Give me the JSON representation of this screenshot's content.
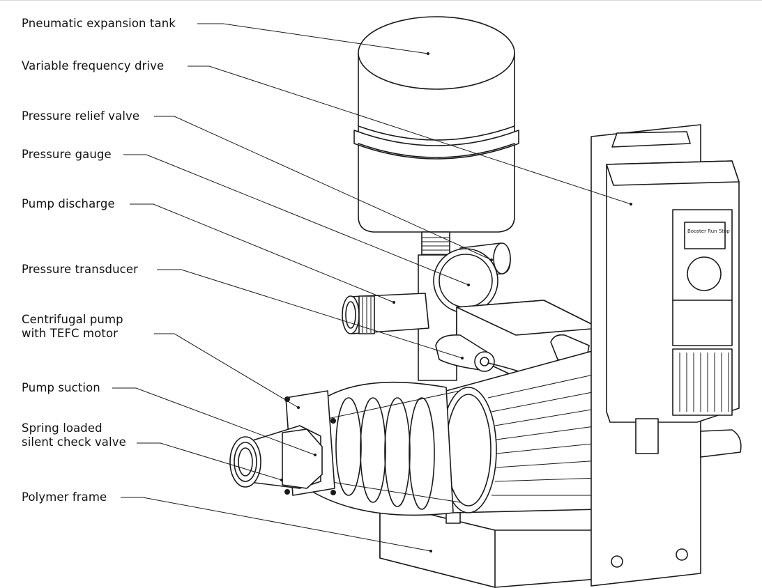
{
  "labels": {
    "expansion_tank": "Pneumatic expansion tank",
    "vfd": "Variable frequency drive",
    "relief_valve": "Pressure relief valve",
    "gauge": "Pressure gauge",
    "discharge": "Pump discharge",
    "transducer": "Pressure transducer",
    "pump_line1": "Centrifugal pump",
    "pump_line2": "with TEFC motor",
    "suction": "Pump suction",
    "check_line1": "Spring loaded",
    "check_line2": "silent check valve",
    "frame": "Polymer frame"
  },
  "vfd_display_text": "Booster Run Stop"
}
